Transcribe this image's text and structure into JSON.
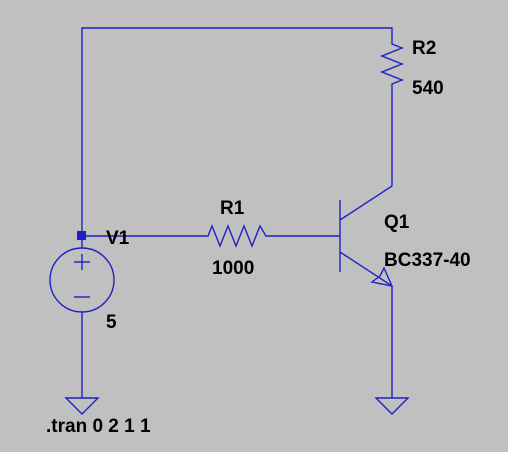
{
  "components": {
    "r1": {
      "name": "R1",
      "value": "1000"
    },
    "r2": {
      "name": "R2",
      "value": "540"
    },
    "v1": {
      "name": "V1",
      "value": "5"
    },
    "q1": {
      "name": "Q1",
      "model": "BC337-40"
    }
  },
  "directive": ".tran 0 2 1 1",
  "colors": {
    "wire": "#1f1fc8",
    "background": "#c0c0c0",
    "text": "#000000"
  }
}
